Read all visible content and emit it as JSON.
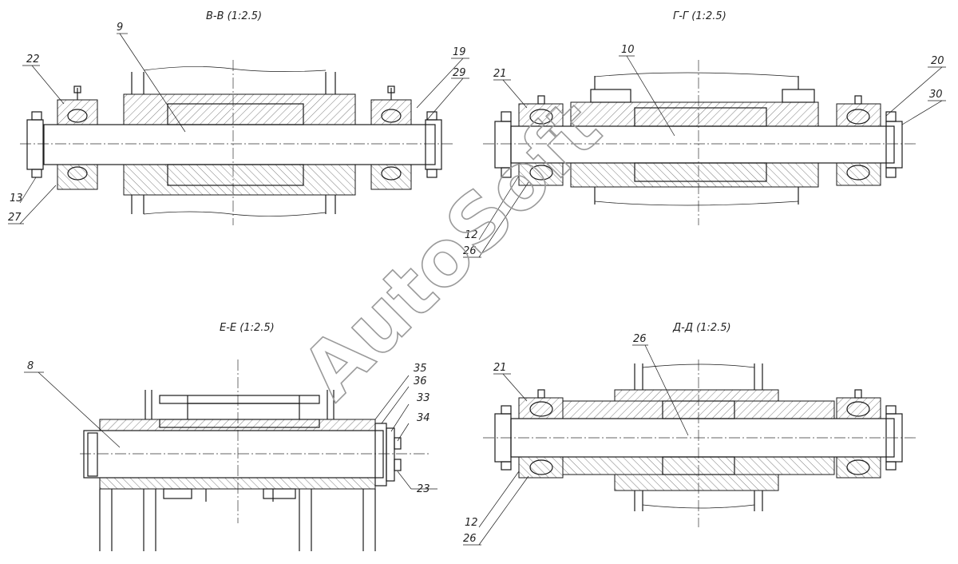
{
  "sections": {
    "vv": {
      "title": "В-В  (1:2.5)"
    },
    "gg": {
      "title": "Г-Г  (1:2.5)"
    },
    "ee": {
      "title": "Е-Е  (1:2.5)"
    },
    "dd": {
      "title": "Д-Д  (1:2.5)"
    }
  },
  "callouts": {
    "vv": [
      "9",
      "22",
      "19",
      "29",
      "13",
      "27"
    ],
    "gg": [
      "10",
      "21",
      "20",
      "30",
      "12",
      "26"
    ],
    "ee": [
      "8",
      "35",
      "36",
      "33",
      "34",
      "23"
    ],
    "dd": [
      "26",
      "21",
      "12",
      "26"
    ]
  },
  "watermark": "AutoSoft"
}
